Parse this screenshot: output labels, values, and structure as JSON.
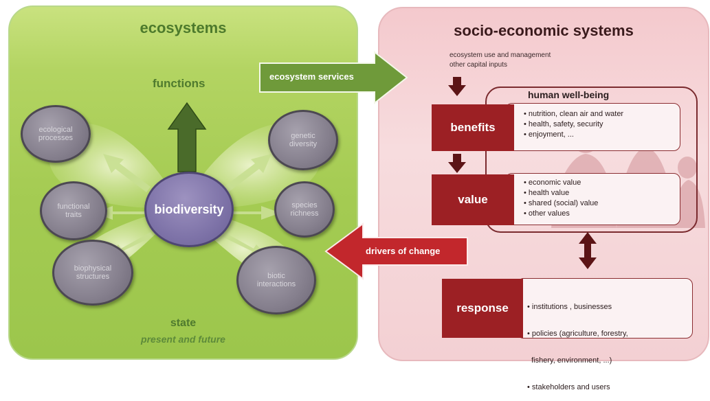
{
  "ecosystems": {
    "title": "ecosystems",
    "functions_label": "functions",
    "state_label": "state",
    "state_sub": "present and future",
    "center": "biodiversity",
    "left_circles": [
      "ecological processes",
      "functional traits",
      "biophysical structures"
    ],
    "right_circles": [
      "genetic diversity",
      "species richness",
      "biotic interactions"
    ]
  },
  "arrows": {
    "services": "ecosystem services",
    "drivers": "drivers of change"
  },
  "socio": {
    "title": "socio-economic systems",
    "inputs": [
      "ecosystem use and management",
      "other capital inputs"
    ],
    "wellbeing": "human well-being",
    "benefits": {
      "label": "benefits",
      "items": [
        "• nutrition, clean air and water",
        "• health, safety, security",
        "• enjoyment, ..."
      ]
    },
    "value": {
      "label": "value",
      "items": [
        "• economic value",
        "• health value",
        "• shared (social) value",
        "• other values"
      ]
    },
    "response": {
      "label": "response",
      "items": [
        "• institutions , businesses",
        "• policies (agriculture, forestry,",
        "  fishery, environment, ...)",
        "• stakeholders and users"
      ]
    }
  },
  "colors": {
    "eco_green": "#a4cb52",
    "dark_green_arrow": "#4a6b2a",
    "socio_pink": "#f4c9cd",
    "dark_red": "#9c2024",
    "circle_grey": "#857f8d",
    "biodiversity_purple": "#7e73a8"
  }
}
